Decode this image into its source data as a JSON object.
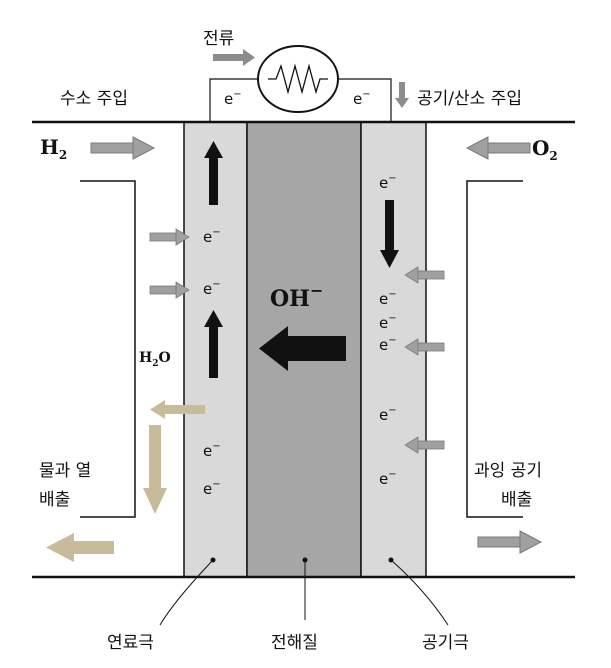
{
  "labels": {
    "current": "전류",
    "hydrogen_in": "수소 주입",
    "air_in": "공기/산소 주입",
    "h2": "H",
    "h2_sub": "2",
    "o2": "O",
    "o2_sub": "2",
    "h2o_h": "H",
    "h2o_sub": "2",
    "h2o_o": "O",
    "oh": "OH",
    "oh_sup": "−",
    "water_heat_line1": "물과 열",
    "water_heat_line2": "배출",
    "excess_air_line1": "과잉 공기",
    "excess_air_line2": "배출",
    "anode": "연료극",
    "electrolyte": "전해질",
    "cathode": "공기극",
    "electron": "e",
    "electron_sup": "−"
  },
  "colors": {
    "electrode": "#d9d9d9",
    "electrolyte": "#a6a6a6",
    "gray_arrow": "#a0a0a0",
    "tan_arrow": "#c8bb9a",
    "black_arrow": "#111111"
  }
}
